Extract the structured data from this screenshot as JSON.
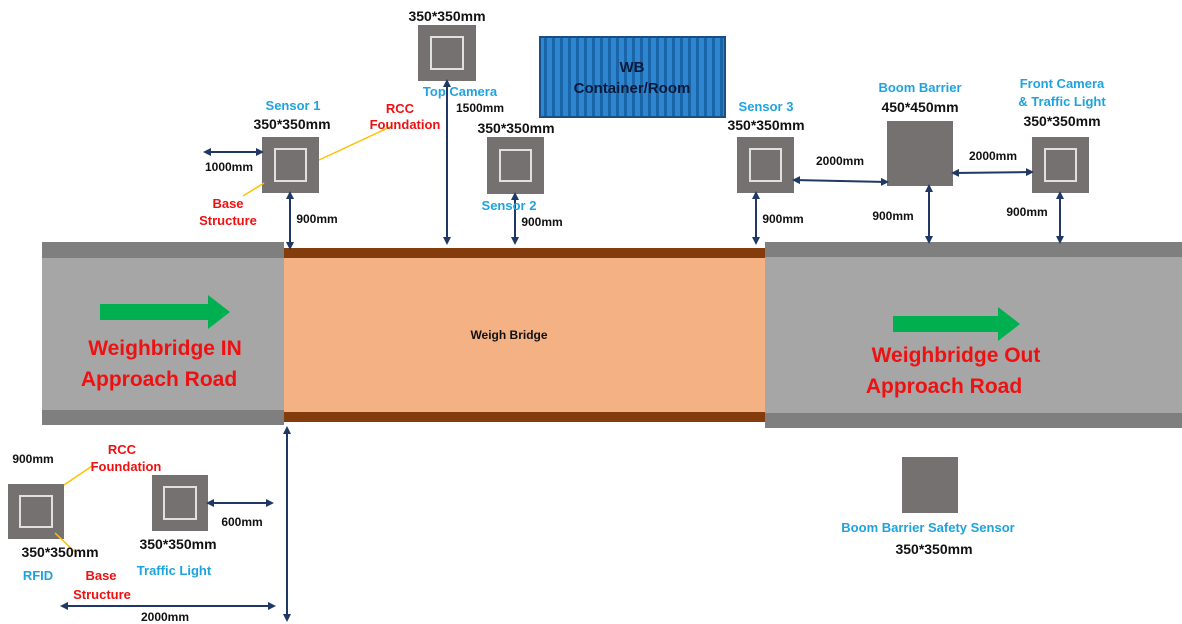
{
  "labels": {
    "top_camera_size": "350*350mm",
    "top_camera": "Top Camera",
    "top_camera_dist": "1500mm",
    "container_line1": "WB",
    "container_line2": "Container/Room",
    "sensor1": "Sensor 1",
    "sensor1_size": "350*350mm",
    "rcc_top_line1": "RCC",
    "rcc_top_line2": "Foundation",
    "dist_1000": "1000mm",
    "base_top_line1": "Base",
    "base_top_line2": "Structure",
    "sensor1_gap": "900mm",
    "sensor2_size": "350*350mm",
    "sensor2": "Sensor 2",
    "sensor2_gap": "900mm",
    "sensor3": "Sensor 3",
    "sensor3_size": "350*350mm",
    "sensor3_gap": "900mm",
    "boom_barrier": "Boom Barrier",
    "boom_barrier_size": "450*450mm",
    "dist_2000_a": "2000mm",
    "boom_barrier_gap": "900mm",
    "front_camera_line1": "Front Camera",
    "front_camera_line2": "& Traffic Light",
    "front_camera_size": "350*350mm",
    "dist_2000_b": "2000mm",
    "front_camera_gap": "900mm",
    "weigh_bridge": "Weigh Bridge",
    "in_road_line1": "Weighbridge IN",
    "in_road_line2": "Approach Road",
    "out_road_line1": "Weighbridge Out",
    "out_road_line2": "Approach Road",
    "rfid_top_dist": "900mm",
    "rcc_bottom_line1": "RCC",
    "rcc_bottom_line2": "Foundation",
    "rfid_size": "350*350mm",
    "rfid": "RFID",
    "base_bottom_line1": "Base",
    "base_bottom_line2": "Structure",
    "dist_600": "600mm",
    "traffic_light_size": "350*350mm",
    "traffic_light": "Traffic Light",
    "dist_2000_c": "2000mm",
    "safety_sensor": "Boom Barrier Safety Sensor",
    "safety_sensor_size": "350*350mm"
  },
  "colors": {
    "road": "#a6a6a6",
    "road_edge": "#7f7f7f",
    "weigh_bridge": "#f4b183",
    "weigh_bridge_edge": "#843c0c",
    "foundation": "#767171",
    "arrow": "#00b050",
    "dimension": "#1f3864",
    "container": "#2e75b6"
  }
}
